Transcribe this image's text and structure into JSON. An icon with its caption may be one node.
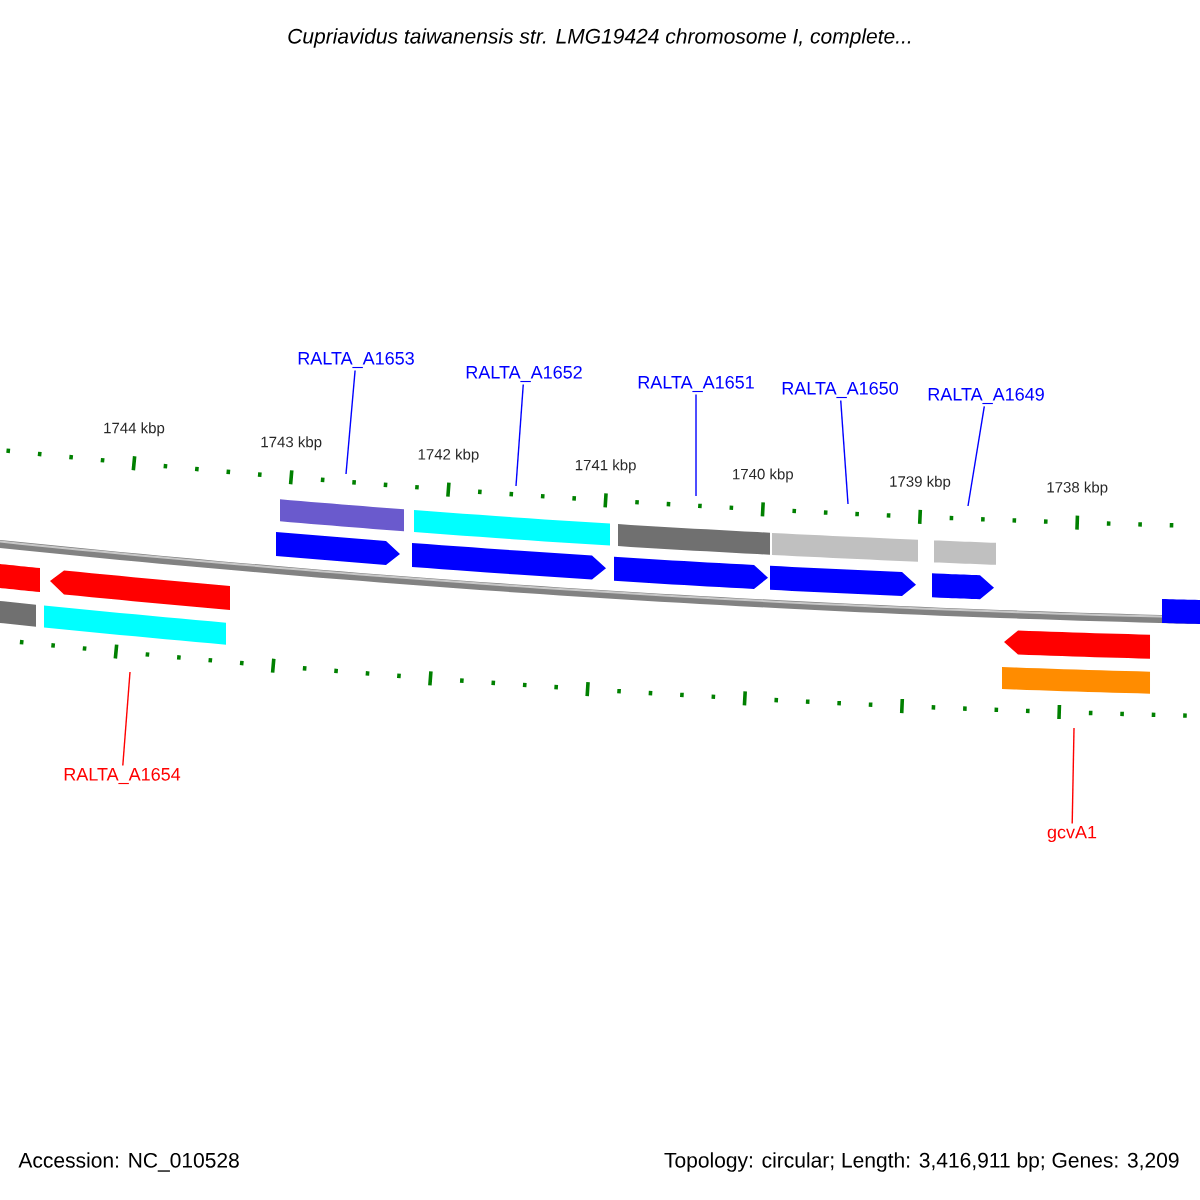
{
  "diagram": {
    "title": "Cupriavidus taiwanensis str. LMG19424 chromosome I, complete...",
    "nodes": [
      {
        "text": [
          "RALTA_A1653"
        ]
      },
      {
        "text": [
          "RALTA_A1652"
        ]
      },
      {
        "text": [
          "RALTA_A1651"
        ]
      },
      {
        "text": [
          "RALTA_A1650"
        ]
      },
      {
        "text": [
          "RALTA_A1649"
        ]
      },
      {
        "text": [
          "RALTA_A1654"
        ]
      },
      {
        "text": [
          "gcvA1"
        ]
      }
    ],
    "edges": [
      {
        "from": 0,
        "to": null,
        "arrow": "none"
      },
      {
        "from": 1,
        "to": null,
        "arrow": "none"
      },
      {
        "from": 2,
        "to": null,
        "arrow": "none"
      },
      {
        "from": 3,
        "to": null,
        "arrow": "none"
      },
      {
        "from": 4,
        "to": null,
        "arrow": "none"
      },
      {
        "from": 5,
        "to": null,
        "arrow": "none",
        "color": "#ff0000"
      },
      {
        "from": 6,
        "to": null,
        "arrow": "none",
        "color": "#ff0000"
      }
    ],
    "labels": [
      "1744 kbp",
      "1743 kbp",
      "1742 kbp",
      "1741 kbp",
      "1740 kbp",
      "1739 kbp",
      "1738 kbp",
      "Accession: NC_010528",
      "Topology: circular; Length: 3,416,911 bp; Genes: 3,209"
    ]
  }
}
